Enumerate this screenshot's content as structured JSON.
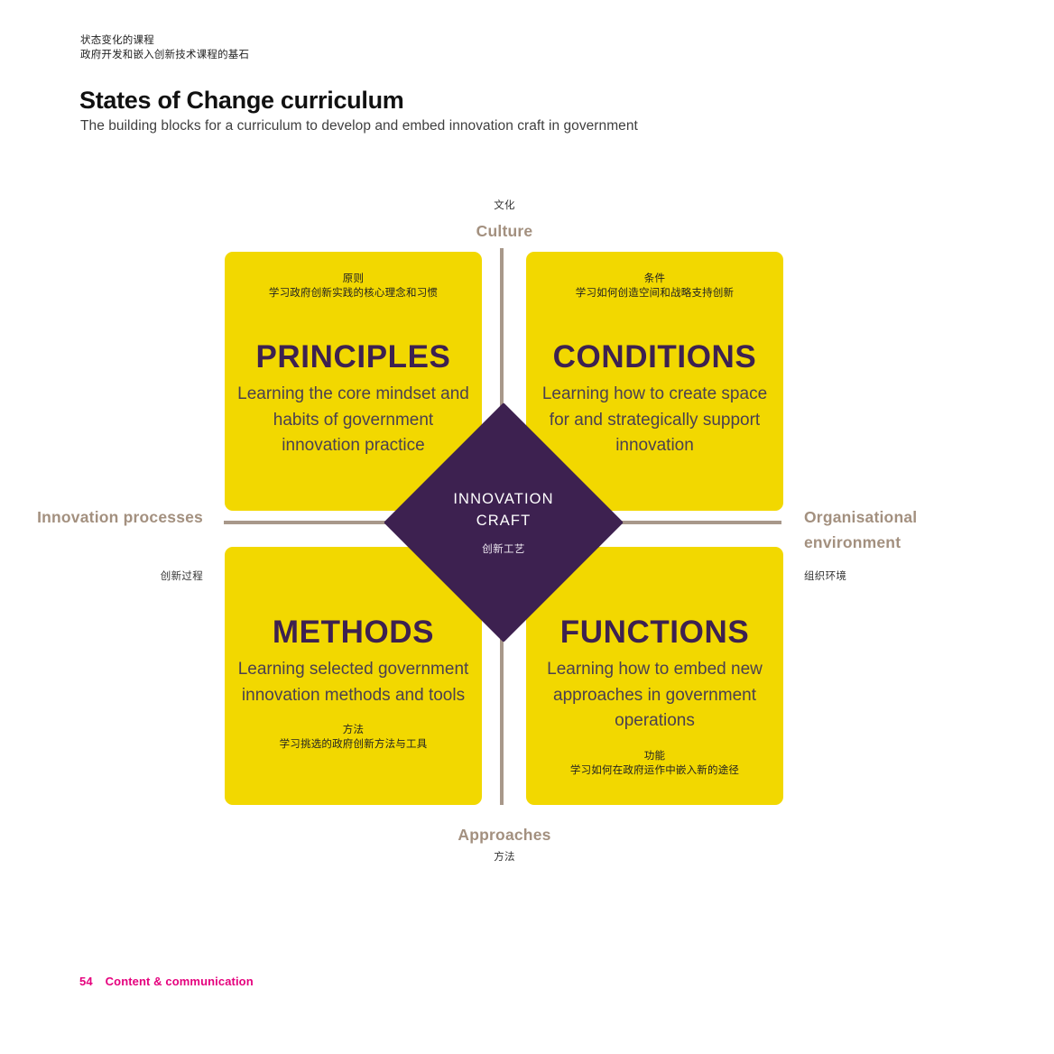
{
  "header": {
    "cn_line1": "状态变化的课程",
    "cn_line2": "政府开发和嵌入创新技术课程的基石",
    "title": "States of Change curriculum",
    "subtitle": "The building blocks for a curriculum to develop and embed innovation craft in government"
  },
  "axes": {
    "top": {
      "label": "Culture",
      "cn": "文化"
    },
    "bottom": {
      "label": "Approaches",
      "cn": "方法"
    },
    "left": {
      "label": "Innovation processes",
      "cn": "创新过程"
    },
    "right": {
      "label": "Organisational environment",
      "cn": "组织环境"
    }
  },
  "center": {
    "title_line1": "INNOVATION",
    "title_line2": "CRAFT",
    "cn": "创新工艺"
  },
  "quadrants": [
    {
      "id": "principles",
      "position": "top-left",
      "cn_title": "原则",
      "cn_desc": "学习政府创新实践的核心理念和习惯",
      "title": "PRINCIPLES",
      "desc": "Learning the core mindset and habits of government innovation practice"
    },
    {
      "id": "conditions",
      "position": "top-right",
      "cn_title": "条件",
      "cn_desc": "学习如何创造空间和战略支持创新",
      "title": "CONDITIONS",
      "desc": "Learning how to create space for and strategically support innovation"
    },
    {
      "id": "methods",
      "position": "bottom-left",
      "cn_title": "方法",
      "cn_desc": "学习挑选的政府创新方法与工具",
      "title": "METHODS",
      "desc": "Learning selected government innovation methods and tools"
    },
    {
      "id": "functions",
      "position": "bottom-right",
      "cn_title": "功能",
      "cn_desc": "学习如何在政府运作中嵌入新的途径",
      "title": "FUNCTIONS",
      "desc": "Learning how to embed new approaches in government operations"
    }
  ],
  "footer": {
    "page_number": "54",
    "section": "Content & communication"
  },
  "colors": {
    "quadrant_yellow": "#F2D800",
    "accent_purple": "#3D2150",
    "axis_taupe": "#A8988A",
    "axis_label_taupe": "#A3907F",
    "footer_magenta": "#E5007D"
  }
}
